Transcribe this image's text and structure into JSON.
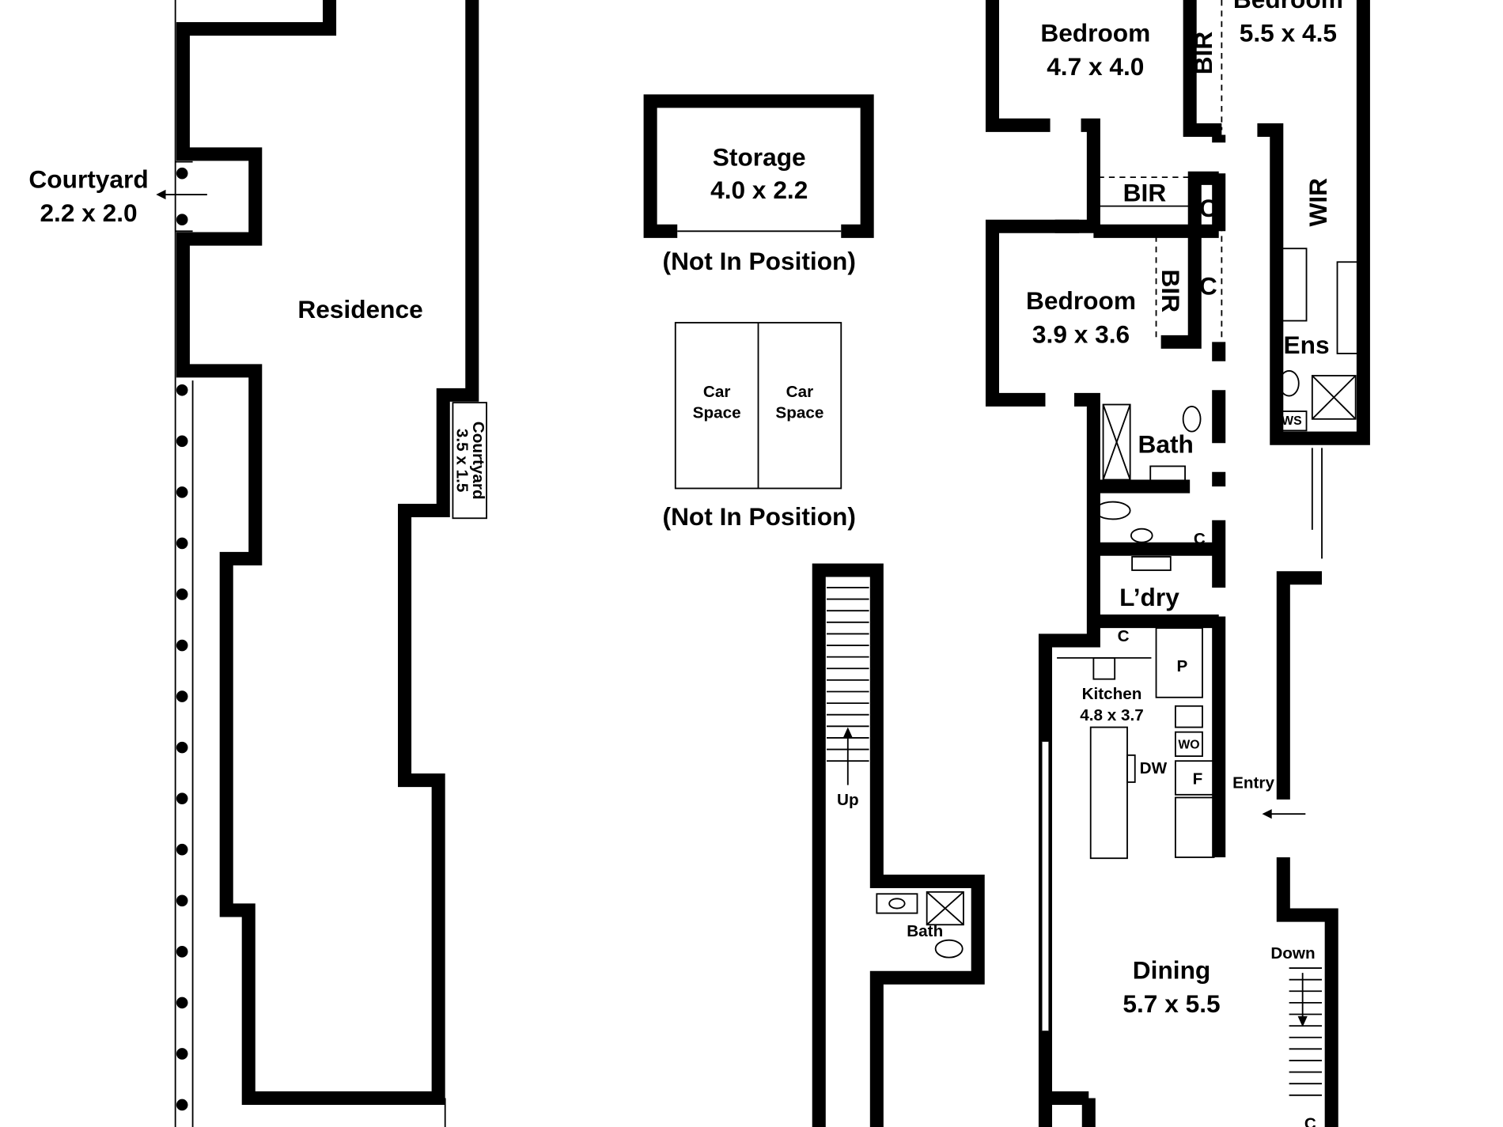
{
  "plan": {
    "rooms": {
      "bedroom1": {
        "name": "Bedroom",
        "size": "4.7 x 4.0"
      },
      "bedroom2": {
        "name": "Bedroom",
        "size": "5.5 x 4.5"
      },
      "bedroom3": {
        "name": "Bedroom",
        "size": "3.9 x 3.6"
      },
      "residence": {
        "name": "Residence"
      },
      "courtyard1": {
        "name": "Courtyard",
        "size": "2.2 x 2.0"
      },
      "courtyard2": {
        "name": "Courtyard",
        "size": "3.5 x 1.5"
      },
      "storage": {
        "name": "Storage",
        "size": "4.0 x 2.2",
        "note": "(Not In Position)"
      },
      "car1": {
        "name": "Car",
        "name2": "Space"
      },
      "car2": {
        "name": "Car",
        "name2": "Space"
      },
      "car_note": "(Not In Position)",
      "kitchen": {
        "name": "Kitchen",
        "size": "4.8 x 3.7"
      },
      "dining": {
        "name": "Dining",
        "size": "5.7 x 5.5"
      },
      "bath_main": "Bath",
      "bath_stair": "Bath",
      "ensuite": "Ens",
      "laundry": "L’dry",
      "entry": "Entry"
    },
    "labels": {
      "bir1": "BIR",
      "bir2": "BIR",
      "bir3": "BIR",
      "wir": "WIR",
      "c1": "C",
      "c2": "C",
      "c3": "C",
      "c4": "C",
      "c5": "C",
      "hws": "HWS",
      "pantry": "P",
      "wo": "WO",
      "fridge": "F",
      "dw": "DW",
      "up": "Up",
      "down": "Down"
    }
  }
}
